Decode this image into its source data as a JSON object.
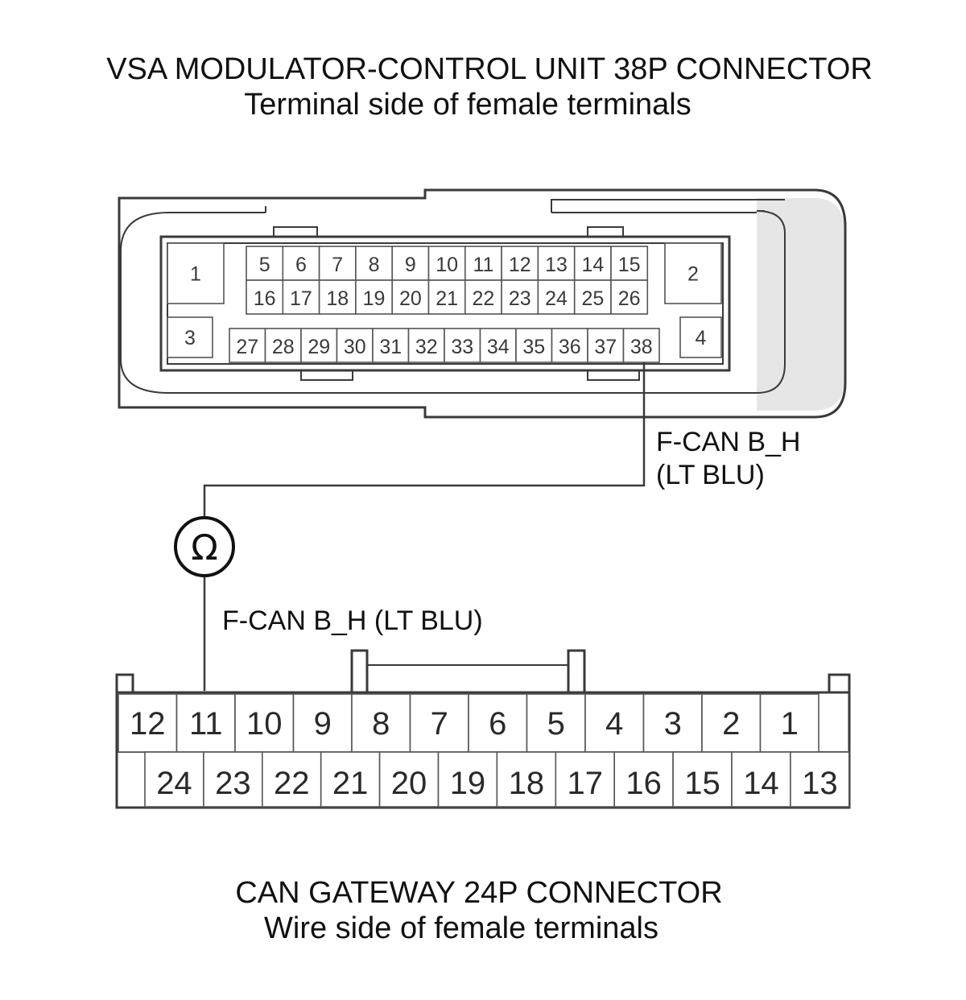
{
  "top_connector": {
    "title": "VSA MODULATOR-CONTROL UNIT 38P CONNECTOR",
    "subtitle": "Terminal side of female terminals",
    "corner_pins": [
      "1",
      "2",
      "3",
      "4"
    ],
    "row1": [
      "5",
      "6",
      "7",
      "8",
      "9",
      "10",
      "11",
      "12",
      "13",
      "14",
      "15"
    ],
    "row2": [
      "16",
      "17",
      "18",
      "19",
      "20",
      "21",
      "22",
      "23",
      "24",
      "25",
      "26"
    ],
    "row3": [
      "27",
      "28",
      "29",
      "30",
      "31",
      "32",
      "33",
      "34",
      "35",
      "36",
      "37",
      "38"
    ]
  },
  "bottom_connector": {
    "title": "CAN GATEWAY 24P CONNECTOR",
    "subtitle": "Wire side of female terminals",
    "row1": [
      "12",
      "11",
      "10",
      "9",
      "8",
      "7",
      "6",
      "5",
      "4",
      "3",
      "2",
      "1"
    ],
    "row2": [
      "24",
      "23",
      "22",
      "21",
      "20",
      "19",
      "18",
      "17",
      "16",
      "15",
      "14",
      "13"
    ]
  },
  "wire": {
    "top_label_line1": "F-CAN B_H",
    "top_label_line2": "(LT BLU)",
    "bottom_label": "F-CAN B_H (LT BLU)",
    "meter_symbol": "Ω",
    "from_pin": "38",
    "to_pin": "11",
    "color": "LT BLU"
  }
}
